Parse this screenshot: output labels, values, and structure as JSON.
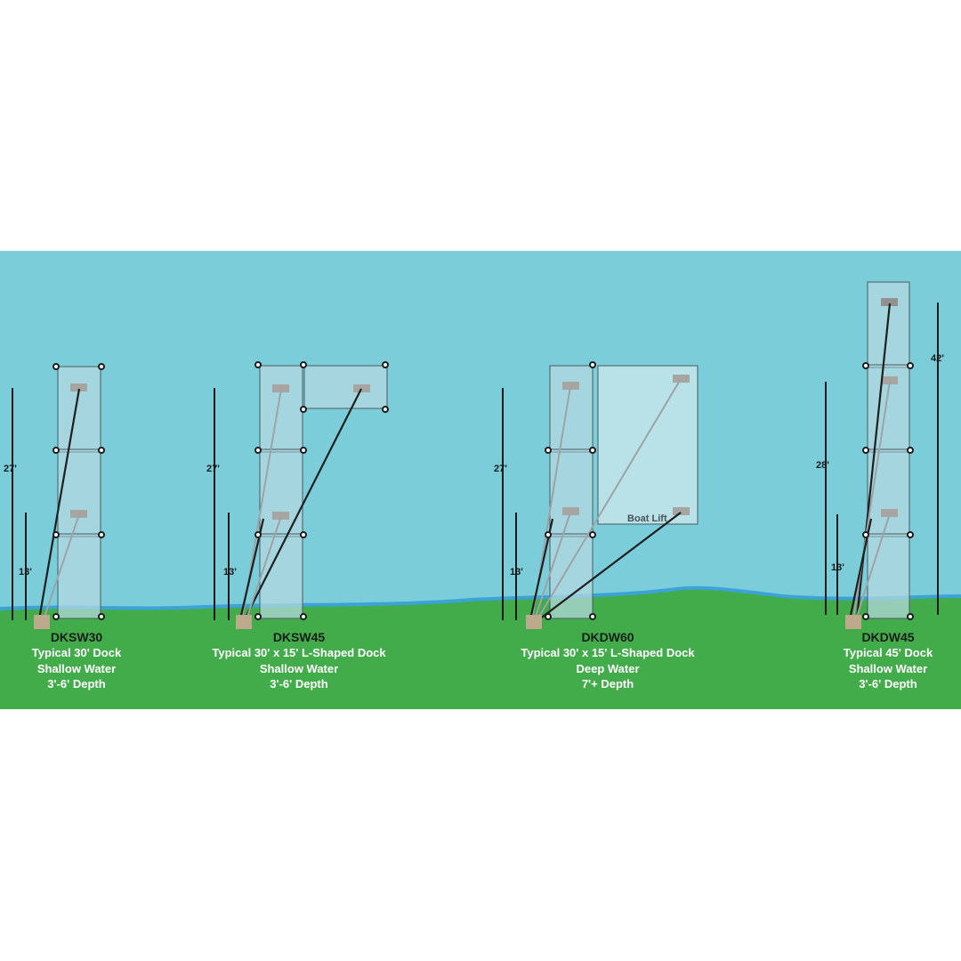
{
  "docks": [
    {
      "id": "dksw30",
      "model": "DKSW30",
      "lines": [
        "Typical 30' Dock",
        "Shallow Water",
        "3'-6' Depth"
      ],
      "measurements": [
        "27'",
        "13'"
      ]
    },
    {
      "id": "dksw45",
      "model": "DKSW45",
      "lines": [
        "Typical 30' x 15' L-Shaped Dock",
        "Shallow Water",
        "3'-6' Depth"
      ],
      "measurements": [
        "27'",
        "13'"
      ]
    },
    {
      "id": "dkdw60",
      "model": "DKDW60",
      "lines": [
        "Typical 30' x 15' L-Shaped Dock",
        "Deep Water",
        "7'+ Depth"
      ],
      "measurements": [
        "27'",
        "13'"
      ],
      "lift_label": "Boat Lift"
    },
    {
      "id": "dkdw45",
      "model": "DKDW45",
      "lines": [
        "Typical 45' Dock",
        "Shallow Water",
        "3'-6' Depth"
      ],
      "measurements": [
        "42'",
        "28'",
        "13'"
      ]
    }
  ],
  "colors": {
    "water": "#7acdd9",
    "ground": "#41ac49",
    "shoreline": "#3ca3d6",
    "dock": "#b6d9e0",
    "anchor": "#bda98b"
  }
}
